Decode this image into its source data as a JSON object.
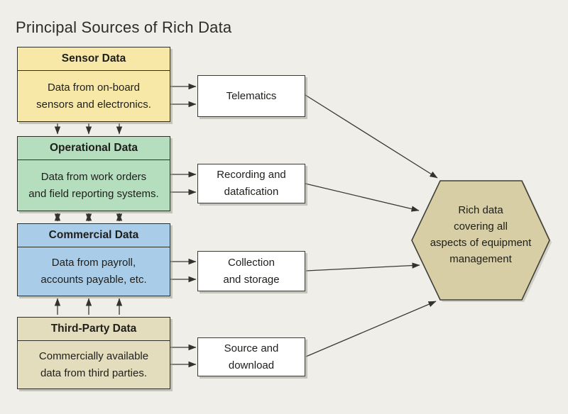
{
  "title": "Principal Sources of Rich Data",
  "palette": {
    "background": "#EFEEE9",
    "box_border": "#2E2E29",
    "arrow": "#3A3A34",
    "process_fill": "#FFFFFF",
    "shadow": "#9C998E"
  },
  "sources": [
    {
      "header": "Sensor Data",
      "body": "Data from on-board\nsensors and electronics.",
      "fill": "#F8E8A7"
    },
    {
      "header": "Operational Data",
      "body": "Data from work orders\nand field reporting systems.",
      "fill": "#B5DEBE"
    },
    {
      "header": "Commercial Data",
      "body": "Data from payroll,\naccounts payable, etc.",
      "fill": "#A9CCE9"
    },
    {
      "header": "Third-Party Data",
      "body": "Commercially available\ndata from third parties.",
      "fill": "#E4DDBD"
    }
  ],
  "processes": [
    {
      "label": "Telematics"
    },
    {
      "label": "Recording and\ndatafication"
    },
    {
      "label": "Collection\nand storage"
    },
    {
      "label": "Source and\ndownload"
    }
  ],
  "result": {
    "label": "Rich data\ncovering all\naspects of equipment\nmanagement",
    "fill": "#D7CEA5"
  },
  "connections": [
    {
      "from": "Sensor Data",
      "to": "Telematics",
      "arrows": 2,
      "direction": "one-way"
    },
    {
      "from": "Operational Data",
      "to": "Recording and datafication",
      "arrows": 2,
      "direction": "one-way"
    },
    {
      "from": "Commercial Data",
      "to": "Collection and storage",
      "arrows": 2,
      "direction": "one-way"
    },
    {
      "from": "Third-Party Data",
      "to": "Source and download",
      "arrows": 2,
      "direction": "one-way"
    },
    {
      "from": "Sensor Data",
      "to": "Operational Data",
      "arrows": 3,
      "direction": "one-way"
    },
    {
      "from": "Operational Data",
      "to": "Commercial Data",
      "arrows": 3,
      "direction": "two-way"
    },
    {
      "from": "Third-Party Data",
      "to": "Commercial Data",
      "arrows": 3,
      "direction": "one-way"
    },
    {
      "from": "Telematics",
      "to": "Rich data hexagon",
      "arrows": 1,
      "direction": "one-way"
    },
    {
      "from": "Recording and datafication",
      "to": "Rich data hexagon",
      "arrows": 1,
      "direction": "one-way"
    },
    {
      "from": "Collection and storage",
      "to": "Rich data hexagon",
      "arrows": 1,
      "direction": "one-way"
    },
    {
      "from": "Source and download",
      "to": "Rich data hexagon",
      "arrows": 1,
      "direction": "one-way"
    }
  ]
}
